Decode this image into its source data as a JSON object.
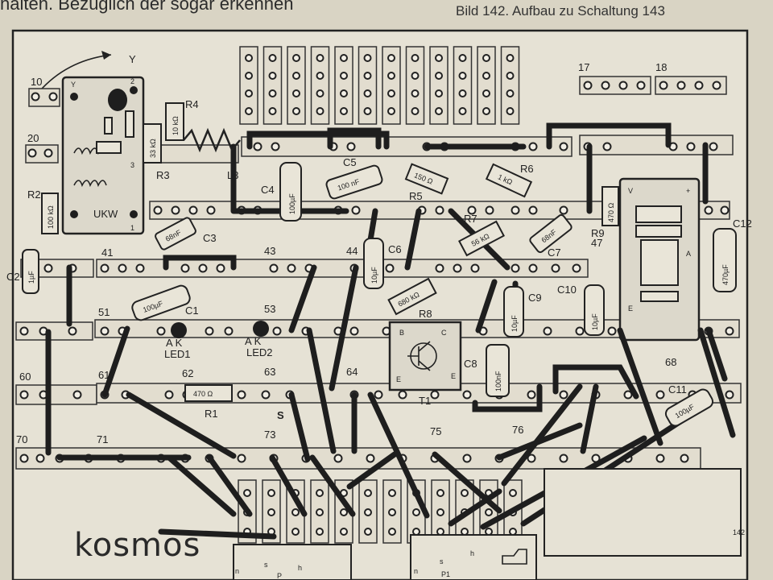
{
  "header": {
    "left_text": "halten. Bezüglich der      sogar erkennen",
    "caption": "Bild 142. Aufbau zu Schaltung 143"
  },
  "brand": "kosmos",
  "figure_number": "142",
  "antenna_symbol": "Y",
  "rail_numbers": [
    "10",
    "20",
    "41",
    "43",
    "44",
    "47",
    "51",
    "53",
    "60",
    "61",
    "62",
    "63",
    "64",
    "70",
    "71",
    "73",
    "75",
    "76",
    "17",
    "18",
    "68"
  ],
  "components": {
    "ukw_module": {
      "label": "UKW",
      "pins": [
        "Y",
        "2",
        "3",
        "1"
      ]
    },
    "r1": {
      "name": "R1",
      "value": "470 Ω"
    },
    "r2": {
      "name": "R2",
      "value": "100 kΩ"
    },
    "r3": {
      "name": "R3",
      "value": "33 kΩ"
    },
    "r4": {
      "name": "R4",
      "value": "10 kΩ"
    },
    "r5": {
      "name": "R5",
      "value": "150 Ω"
    },
    "r6": {
      "name": "R6",
      "value": "1 kΩ"
    },
    "r7": {
      "name": "R7",
      "value": "56 kΩ"
    },
    "r8": {
      "name": "R8",
      "value": "680 kΩ"
    },
    "r9": {
      "name": "R9",
      "value": "470 Ω"
    },
    "l3": {
      "name": "L3"
    },
    "c1": {
      "name": "C1",
      "value": "100µF"
    },
    "c2": {
      "name": "C2",
      "value": "1µF"
    },
    "c3": {
      "name": "C3",
      "value": "68nF"
    },
    "c4": {
      "name": "C4",
      "value": "100µF"
    },
    "c5": {
      "name": "C5",
      "value": "100 nF"
    },
    "c6": {
      "name": "C6",
      "value": "10µF"
    },
    "c7": {
      "name": "C7",
      "value": "68nF"
    },
    "c8": {
      "name": "C8",
      "value": "100nF"
    },
    "c9": {
      "name": "C9",
      "value": "10µF"
    },
    "c10": {
      "name": "C10",
      "value": "10µF"
    },
    "c11": {
      "name": "C11",
      "value": "100µF"
    },
    "c12": {
      "name": "C12",
      "value": "470µF"
    },
    "led1": {
      "name": "LED1",
      "pins": "A   K"
    },
    "led2": {
      "name": "LED2",
      "pins": "A   K"
    },
    "t1": {
      "name": "T1",
      "pins": [
        "B",
        "C",
        "E",
        "E"
      ]
    },
    "switch": {
      "name": "S"
    },
    "ic_module": {
      "pins": [
        "V",
        "+",
        "A",
        "E"
      ]
    },
    "pot_left": {
      "name": "P",
      "pins": [
        "n",
        "s",
        "h"
      ]
    },
    "pot_right": {
      "name": "P1",
      "pins": [
        "n",
        "s",
        "h"
      ]
    }
  },
  "colors": {
    "paper": "#d9d4c4",
    "ink": "#1e1e1e",
    "board": "#e6e2d5"
  }
}
